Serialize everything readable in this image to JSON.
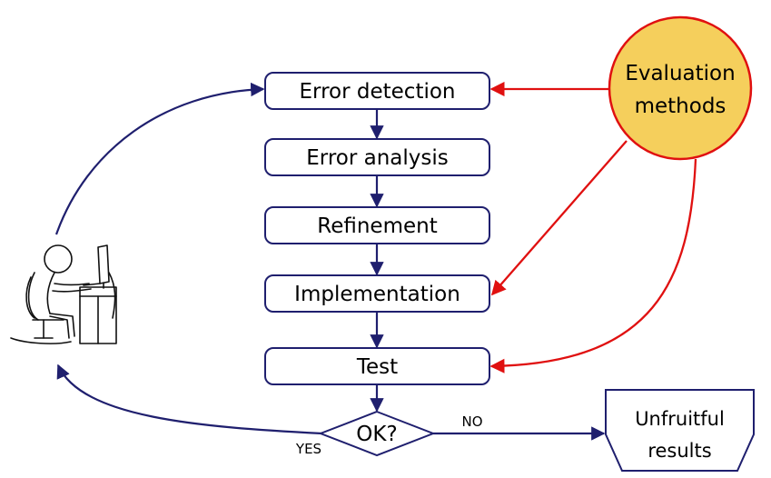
{
  "diagram": {
    "steps": [
      {
        "label": "Error detection"
      },
      {
        "label": "Error analysis"
      },
      {
        "label": "Refinement"
      },
      {
        "label": "Implementation"
      },
      {
        "label": "Test"
      }
    ],
    "decision": {
      "label": "OK?"
    },
    "evaluation": {
      "line1": "Evaluation",
      "line2": "methods"
    },
    "unfruitful": {
      "line1": "Unfruitful",
      "line2": "results"
    },
    "edge_labels": {
      "no": "NO",
      "yes": "YES"
    },
    "colors": {
      "flow_navy": "#1f1f6e",
      "evaluation_red": "#e01010",
      "evaluation_fill": "#f5cf5c",
      "box_stroke": "#1f1f6e"
    },
    "icons": {
      "person": "person-at-computer-icon"
    }
  }
}
